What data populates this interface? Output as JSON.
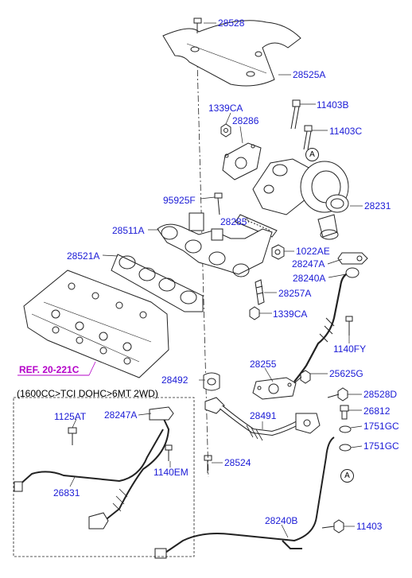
{
  "colors": {
    "label": "#1a1ad6",
    "reference": "#b400c8",
    "line": "#222222"
  },
  "reference": {
    "text": "REF. 20-221C"
  },
  "variant_box": {
    "text": "(1600CC>TCI DOHC>6MT 2WD)"
  },
  "connector_letter": "A",
  "parts": [
    {
      "name": "label-28528",
      "text": "28528"
    },
    {
      "name": "label-28525A",
      "text": "28525A"
    },
    {
      "name": "label-1339CA-top",
      "text": "1339CA"
    },
    {
      "name": "label-28286",
      "text": "28286"
    },
    {
      "name": "label-11403B",
      "text": "11403B"
    },
    {
      "name": "label-11403C",
      "text": "11403C"
    },
    {
      "name": "label-95925F",
      "text": "95925F"
    },
    {
      "name": "label-28231",
      "text": "28231"
    },
    {
      "name": "label-28285",
      "text": "28285"
    },
    {
      "name": "label-28511A",
      "text": "28511A"
    },
    {
      "name": "label-1022AE",
      "text": "1022AE"
    },
    {
      "name": "label-28521A",
      "text": "28521A"
    },
    {
      "name": "label-28247A-right",
      "text": "28247A"
    },
    {
      "name": "label-28240A",
      "text": "28240A"
    },
    {
      "name": "label-28257A",
      "text": "28257A"
    },
    {
      "name": "label-1339CA-bottom",
      "text": "1339CA"
    },
    {
      "name": "label-1140FY",
      "text": "1140FY"
    },
    {
      "name": "label-28255",
      "text": "28255"
    },
    {
      "name": "label-25625G",
      "text": "25625G"
    },
    {
      "name": "label-28492",
      "text": "28492"
    },
    {
      "name": "label-28528D",
      "text": "28528D"
    },
    {
      "name": "label-1125AT",
      "text": "1125AT"
    },
    {
      "name": "label-28247A-box",
      "text": "28247A"
    },
    {
      "name": "label-28491",
      "text": "28491"
    },
    {
      "name": "label-26812",
      "text": "26812"
    },
    {
      "name": "label-1751GC-1",
      "text": "1751GC"
    },
    {
      "name": "label-1751GC-2",
      "text": "1751GC"
    },
    {
      "name": "label-28524",
      "text": "28524"
    },
    {
      "name": "label-1140EM",
      "text": "1140EM"
    },
    {
      "name": "label-26831",
      "text": "26831"
    },
    {
      "name": "label-28240B",
      "text": "28240B"
    },
    {
      "name": "label-11403",
      "text": "11403"
    }
  ]
}
